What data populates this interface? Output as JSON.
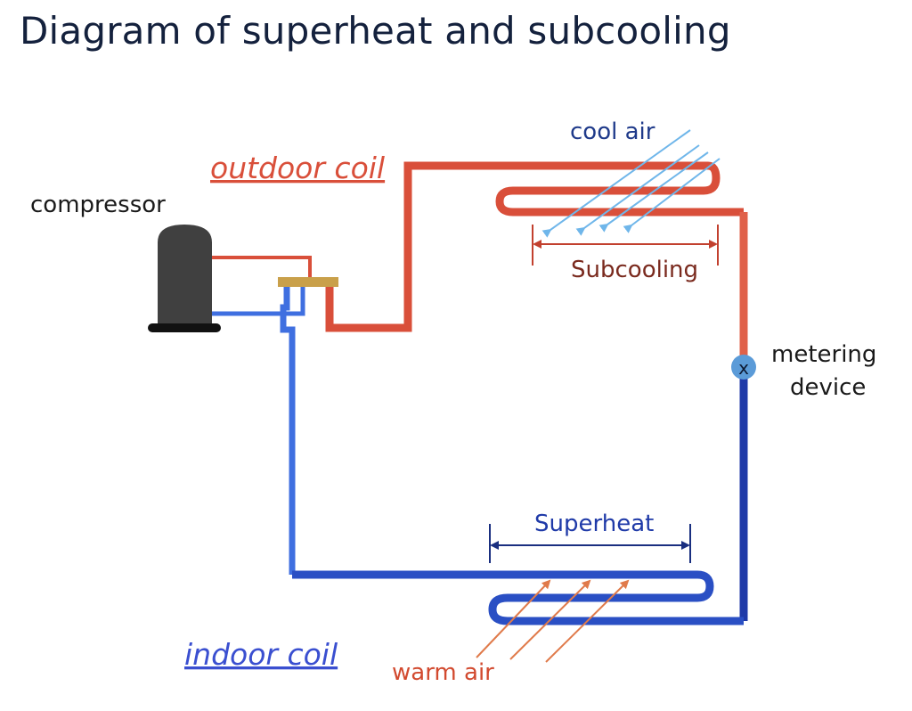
{
  "title": "Diagram of superheat and subcooling",
  "labels": {
    "compressor": "compressor",
    "outdoor_coil": "outdoor coil",
    "indoor_coil": "indoor coil",
    "cool_air": "cool air",
    "warm_air": "warm air",
    "subcooling": "Subcooling",
    "superheat": "Superheat",
    "metering_line1": "metering",
    "metering_line2": "device",
    "valve_symbol": "x"
  },
  "colors": {
    "title": "#14213d",
    "hot_pipe": "#d94f3a",
    "cold_pipe_light": "#3f6fe0",
    "cold_pipe_dark": "#1f3aa8",
    "outdoor_coil_label": "#d94f3a",
    "indoor_coil_label": "#3a4fd0",
    "cool_air": "#6fb6ea",
    "cool_air_label": "#1f3a8a",
    "warm_air": "#e07a4a",
    "warm_air_label": "#d24a2f",
    "subcooling": "#c2402e",
    "subcooling_label": "#7a2a1e",
    "superheat": "#1a2f80",
    "superheat_label": "#1f3aa8",
    "compressor": "#404040",
    "valve_plate": "#c9a04a",
    "metering_device": "#5b9bd8"
  }
}
